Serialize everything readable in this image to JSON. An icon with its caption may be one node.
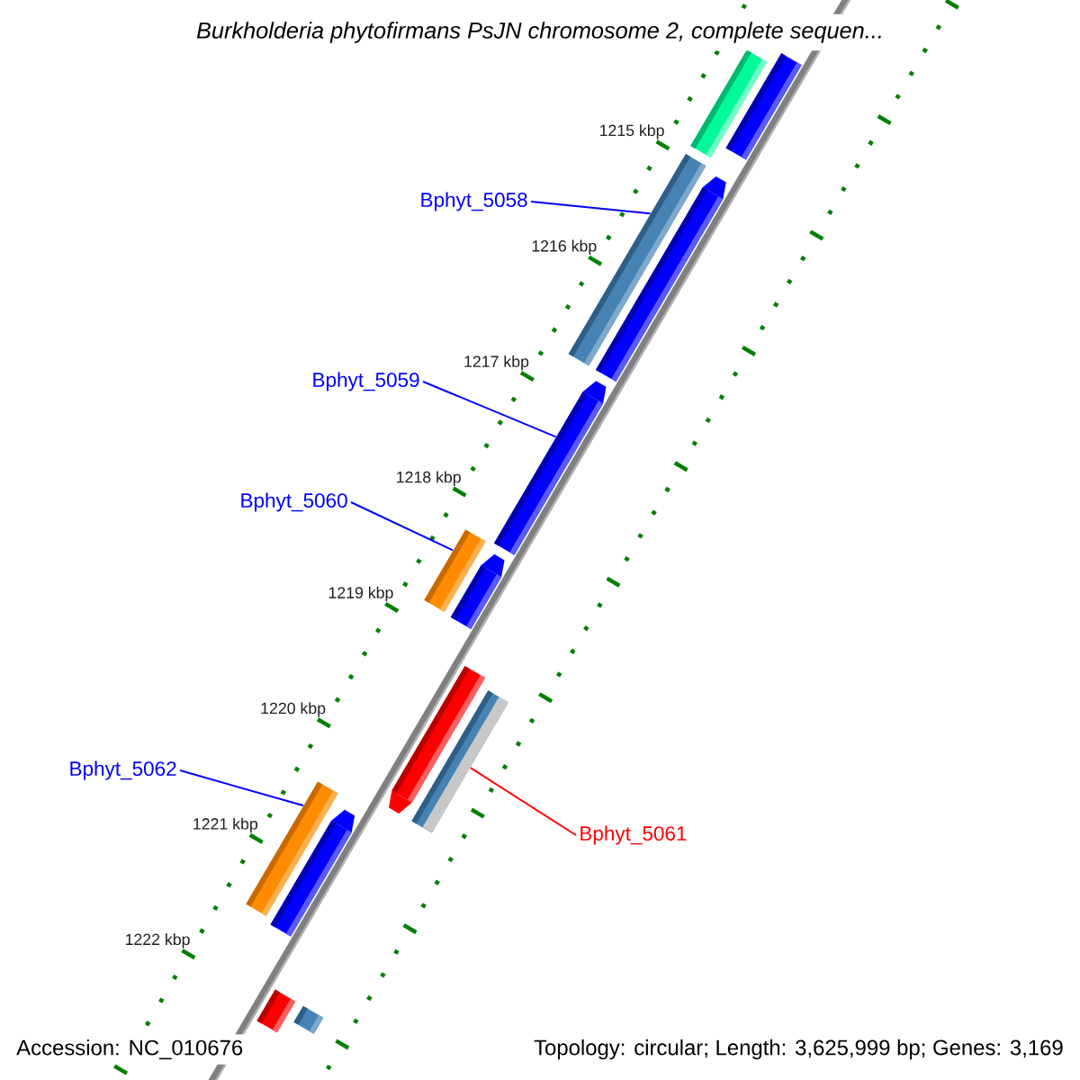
{
  "diagram": {
    "title": "Burkholderia phytofirmans PsJN chromosome 2, complete sequen...",
    "nodes": [
      {
        "text": [
          "Bphyt_5058"
        ]
      },
      {
        "text": [
          "Bphyt_5059"
        ]
      },
      {
        "text": [
          "Bphyt_5060"
        ]
      },
      {
        "text": [
          "Bphyt_5062"
        ]
      },
      {
        "text": [
          "Bphyt_5061"
        ]
      },
      {
        "text": [],
        "shape": "bar"
      },
      {
        "text": [],
        "shape": "bar"
      },
      {
        "text": [],
        "shape": "bar"
      },
      {
        "text": [],
        "shape": "arrow"
      },
      {
        "text": [],
        "shape": "arrow"
      },
      {
        "text": [],
        "shape": "bar"
      },
      {
        "text": [],
        "shape": "arrow"
      },
      {
        "text": [],
        "shape": "arrow"
      },
      {
        "text": [],
        "shape": "bar"
      },
      {
        "text": [],
        "shape": "bar"
      },
      {
        "text": [],
        "shape": "arrow"
      },
      {
        "text": [],
        "shape": "bar"
      },
      {
        "text": [],
        "shape": "bar"
      }
    ],
    "edges": [
      {
        "from": 0,
        "to": 7,
        "arrow": "none"
      },
      {
        "from": 1,
        "to": 9,
        "arrow": "none"
      },
      {
        "from": 2,
        "to": 10,
        "arrow": "none"
      },
      {
        "from": 3,
        "to": 14,
        "arrow": "none"
      },
      {
        "from": 4,
        "to": 13,
        "arrow": "none",
        "color": "#ff0000"
      }
    ],
    "labels": [
      "1215 kbp",
      "1216 kbp",
      "1217 kbp",
      "1218 kbp",
      "1219 kbp",
      "1220 kbp",
      "1221 kbp",
      "1222 kbp",
      "Accession: NC_010676",
      "Topology: circular; Length: 3,625,999 bp; Genes: 3,169"
    ]
  }
}
